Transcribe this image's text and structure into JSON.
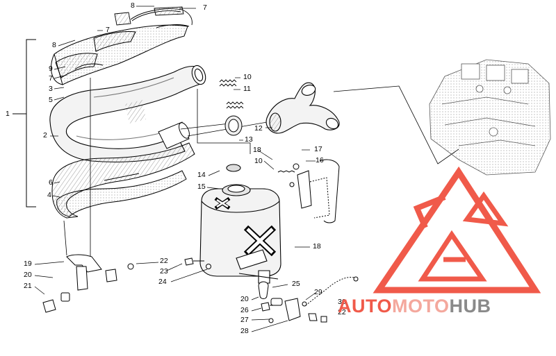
{
  "diagram": {
    "callouts": {
      "c1": "1",
      "c2": "2",
      "c3": "3",
      "c4": "4",
      "c5": "5",
      "c6": "6",
      "c7a": "7",
      "c7b": "7",
      "c7c": "7",
      "c8a": "8",
      "c8b": "8",
      "c9": "9",
      "c10a": "10",
      "c10b": "10",
      "c11": "11",
      "c12": "12",
      "c13": "13",
      "c14": "14",
      "c15": "15",
      "c16": "16",
      "c17": "17",
      "c18a": "18",
      "c18b": "18",
      "c19": "19",
      "c20a": "20",
      "c20b": "20",
      "c21": "21",
      "c22a": "22",
      "c22b": "22",
      "c23": "23",
      "c24": "24",
      "c25": "25",
      "c26": "26",
      "c27": "27",
      "c28": "28",
      "c29": "29",
      "c30": "30"
    }
  },
  "watermark": {
    "part1": "AUTO",
    "part2": "MOTO",
    "part3": "HUB",
    "color_primary": "#f05a4a",
    "color_secondary": "#f4a89d",
    "color_text_dark": "#8a8a8a"
  }
}
